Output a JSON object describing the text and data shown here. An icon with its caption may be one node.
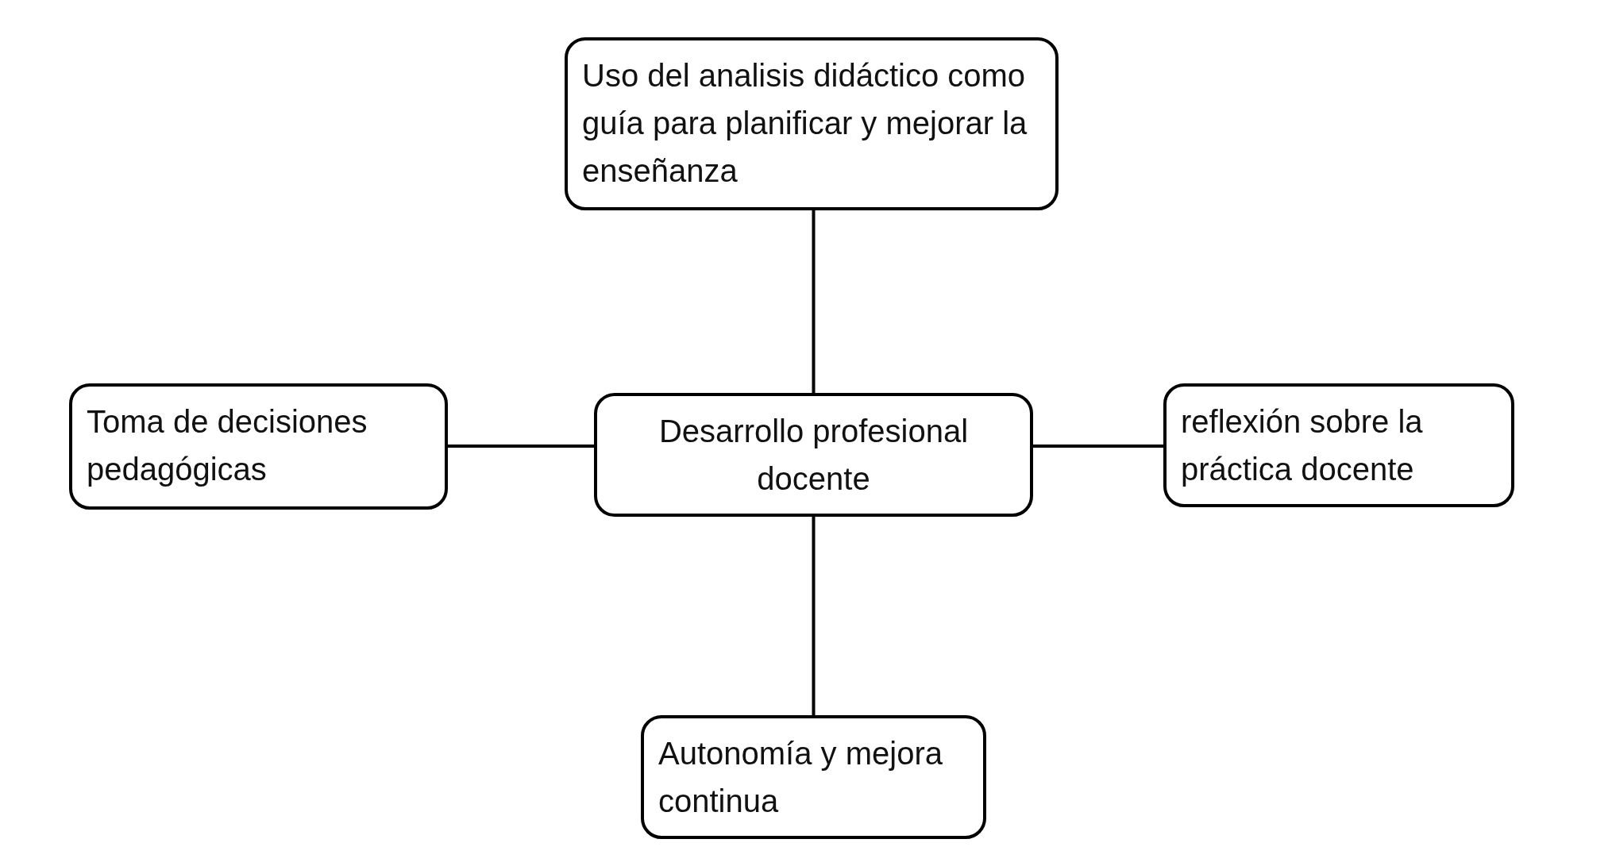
{
  "diagram": {
    "nodes": [
      {
        "text": [
          "Uso del analisis didáctico como guía para planificar y mejorar la enseñanza"
        ]
      },
      {
        "text": [
          "Toma de decisiones pedagógicas"
        ]
      },
      {
        "text": [
          "Desarrollo profesional docente"
        ]
      },
      {
        "text": [
          "reflexión sobre la práctica docente"
        ]
      },
      {
        "text": [
          "Autonomía y mejora continua"
        ]
      }
    ],
    "edges": [
      {
        "from": 2,
        "to": 0,
        "arrow": "none"
      },
      {
        "from": 2,
        "to": 1,
        "arrow": "none"
      },
      {
        "from": 2,
        "to": 3,
        "arrow": "none"
      },
      {
        "from": 2,
        "to": 4,
        "arrow": "none"
      }
    ]
  }
}
